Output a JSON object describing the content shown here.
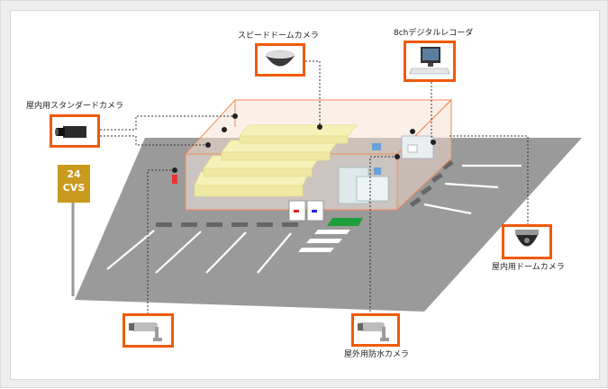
{
  "store_sign": {
    "line1": "24",
    "line2": "CVS"
  },
  "cameras": {
    "speed_dome": {
      "label": "スピードドームカメラ",
      "icon": "speed-dome-camera-icon"
    },
    "recorder": {
      "label": "8chデジタルレコーダ",
      "icon": "digital-recorder-icon"
    },
    "indoor_standard": {
      "label": "屋内用スタンダードカメラ",
      "icon": "box-camera-icon"
    },
    "indoor_dome": {
      "label": "屋内用ドームカメラ",
      "icon": "dome-camera-icon"
    },
    "outdoor_waterproof": {
      "label": "屋外用防水カメラ",
      "icon": "bullet-camera-icon"
    }
  },
  "colors": {
    "accent": "#f05a0a",
    "lot": "#999999",
    "sign": "#c99a1e",
    "shelves": "#f5f2b8",
    "mat": "#1e9e3a"
  }
}
